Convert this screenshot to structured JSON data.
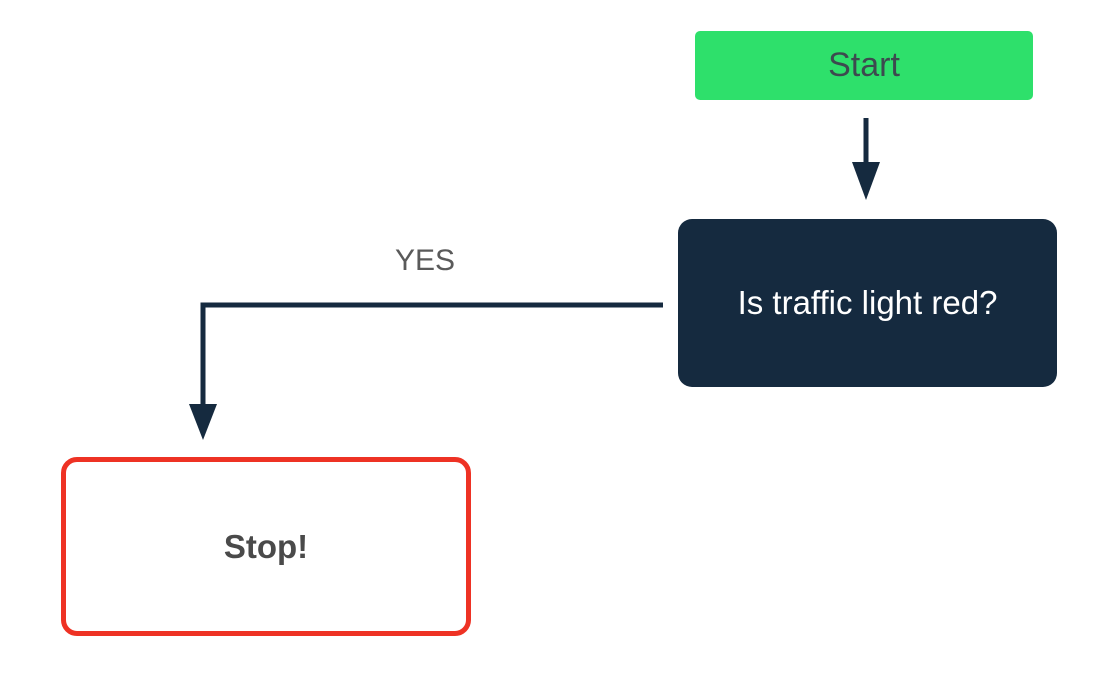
{
  "nodes": {
    "start": {
      "label": "Start"
    },
    "decision": {
      "label": "Is traffic light red?"
    },
    "stop": {
      "label": "Stop!"
    }
  },
  "edges": {
    "yes_label": "YES"
  },
  "colors": {
    "start_fill": "#2ee06b",
    "decision_fill": "#152a3f",
    "stop_border": "#ee3224",
    "arrow": "#152a3f",
    "background": "#ffffff"
  }
}
